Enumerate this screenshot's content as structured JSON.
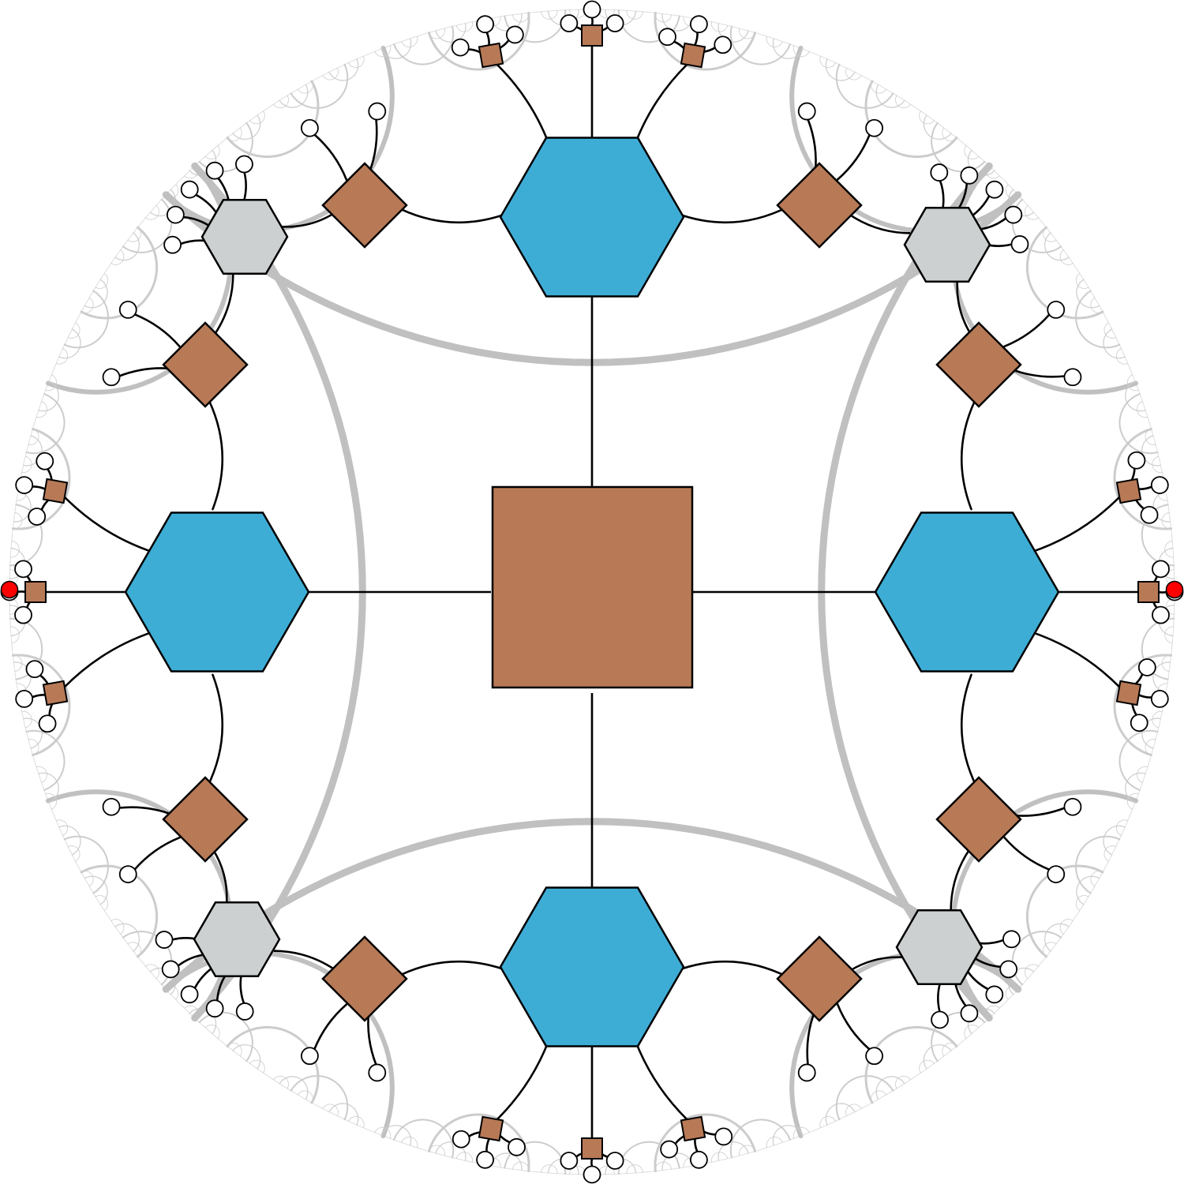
{
  "diagram": {
    "type": "hyperbolic-tensor-network",
    "model": "poincare-disk",
    "colors": {
      "background": "#ffffff",
      "grid_major": "#c0c0c0",
      "grid_minor": "#cccccc",
      "edge": "#000000",
      "square_node": "#b87a56",
      "hexagon_primary": "#3eadd6",
      "hexagon_secondary": "#ccd0d1",
      "leaf_node": "#ffffff",
      "boundary_marker": "#ff0000"
    },
    "node_kinds": [
      "center-square",
      "hexagon-blue",
      "diamond",
      "hexagon-gray",
      "small-square",
      "leaf-circle",
      "boundary-marker"
    ]
  }
}
